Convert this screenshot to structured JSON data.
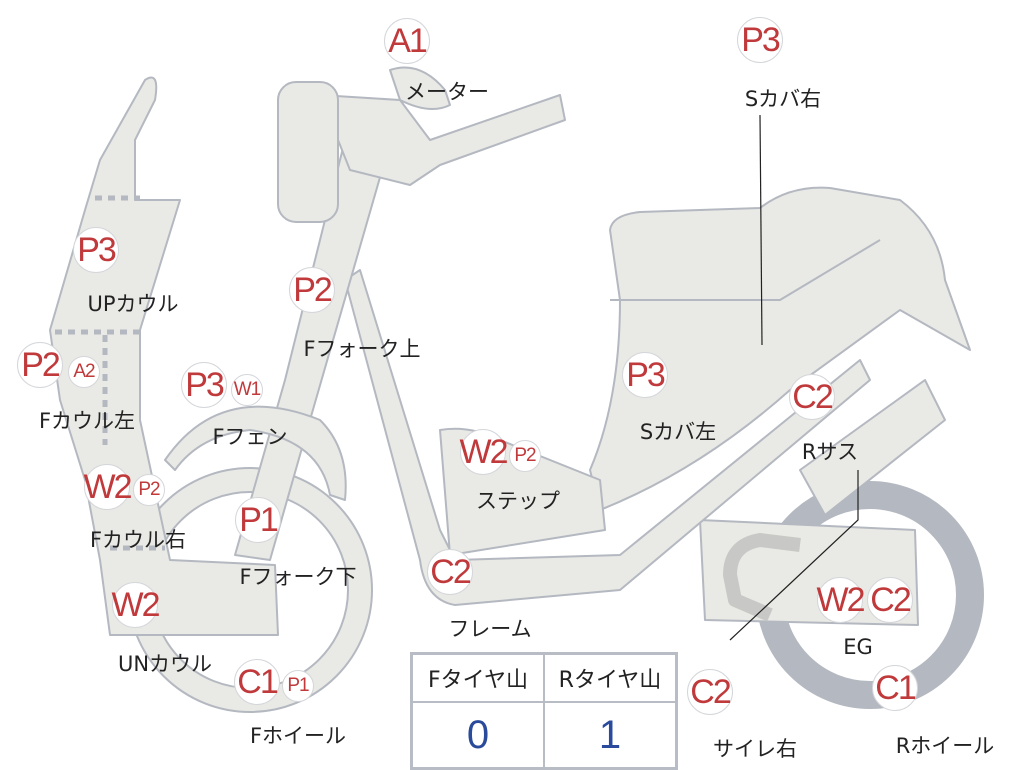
{
  "colors": {
    "code": "#c0393b",
    "body_fill": "#e9e9e5",
    "outline": "#b4b8c0",
    "value": "#2a4b9b"
  },
  "parts": {
    "meter": {
      "codes": [
        "A1"
      ],
      "name": "メーター"
    },
    "s_cover_right": {
      "codes": [
        "P3"
      ],
      "name": "Sカバ右"
    },
    "up_cowl": {
      "codes": [
        "P3"
      ],
      "name": "UPカウル"
    },
    "f_cowl_left": {
      "codes": [
        "P2",
        "A2"
      ],
      "name": "Fカウル左"
    },
    "f_fork_upper": {
      "codes": [
        "P2"
      ],
      "name": "Fフォーク上"
    },
    "f_fender": {
      "codes": [
        "P3",
        "W1"
      ],
      "name": "Fフェン"
    },
    "s_cover_left": {
      "codes": [
        "P3"
      ],
      "name": "Sカバ左"
    },
    "r_sus": {
      "codes": [
        "C2"
      ],
      "name": "Rサス"
    },
    "step": {
      "codes": [
        "W2",
        "P2"
      ],
      "name": "ステップ"
    },
    "f_cowl_right": {
      "codes": [
        "W2",
        "P2"
      ],
      "name": "Fカウル右"
    },
    "f_fork_lower": {
      "codes": [
        "P1"
      ],
      "name": "Fフォーク下"
    },
    "frame": {
      "codes": [
        "C2"
      ],
      "name": "フレーム"
    },
    "un_cowl": {
      "codes": [
        "W2"
      ],
      "name": "UNカウル"
    },
    "eg": {
      "codes": [
        "W2",
        "C2"
      ],
      "name": "EG"
    },
    "f_wheel": {
      "codes": [
        "C1",
        "P1"
      ],
      "name": "Fホイール"
    },
    "muffler_right": {
      "codes": [
        "C2"
      ],
      "name": "サイレ右"
    },
    "r_wheel": {
      "codes": [
        "C1"
      ],
      "name": "Rホイール"
    }
  },
  "tire_table": {
    "headers": [
      "Fタイヤ山",
      "Rタイヤ山"
    ],
    "values": [
      "0",
      "1"
    ]
  }
}
